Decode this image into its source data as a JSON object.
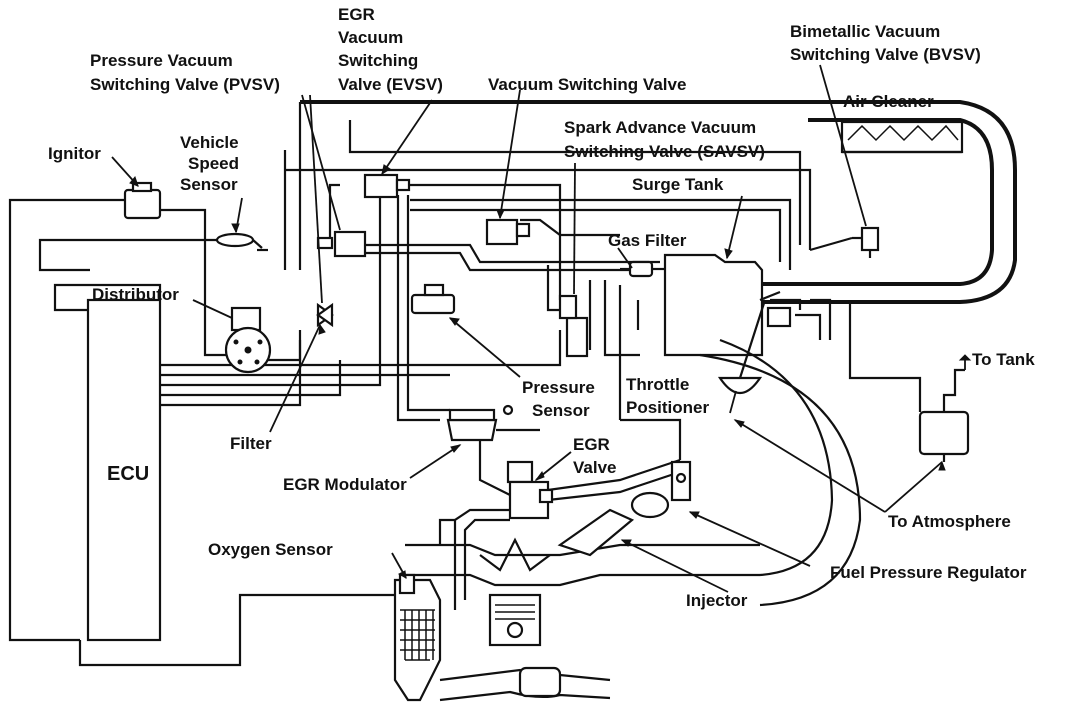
{
  "diagram": {
    "labels": {
      "ignitor": "Ignitor",
      "vehicle_speed_sensor": [
        "Vehicle",
        "Speed",
        "Sensor"
      ],
      "pvsv": [
        "Pressure Vacuum",
        "Switching Valve (PVSV)"
      ],
      "evsv": [
        "EGR",
        "Vacuum",
        "Switching",
        "Valve (EVSV)"
      ],
      "vacuum_switching_valve": "Vacuum Switching Valve",
      "savsv": [
        "Spark Advance Vacuum",
        "Switching Valve (SAVSV)"
      ],
      "bvsv": [
        "Bimetallic Vacuum",
        "Switching Valve (BVSV)"
      ],
      "air_cleaner": "Air Cleaner",
      "surge_tank": "Surge Tank",
      "gas_filter": "Gas Filter",
      "distributor": "Distributor",
      "pressure_sensor": [
        "Pressure",
        "Sensor"
      ],
      "throttle_positioner": [
        "Throttle",
        "Positioner"
      ],
      "to_tank": "To Tank",
      "filter": "Filter",
      "ecu": "ECU",
      "egr_modulator": "EGR Modulator",
      "egr_valve": [
        "EGR",
        "Valve"
      ],
      "to_atmosphere": "To Atmosphere",
      "oxygen_sensor": "Oxygen Sensor",
      "fuel_pressure_regulator": "Fuel Pressure Regulator",
      "injector": "Injector"
    }
  }
}
